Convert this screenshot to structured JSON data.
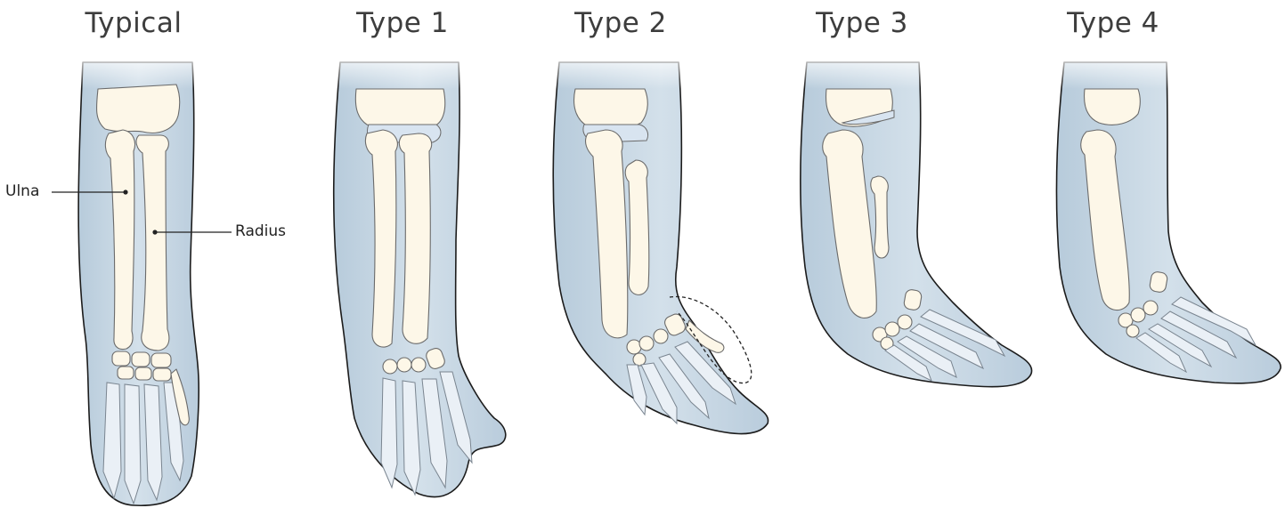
{
  "colors": {
    "skin_fill": "#c9d9e6",
    "skin_shadow": "#b3c8d9",
    "bone_fill": "#fdf7e8",
    "outline": "#1c1c1c",
    "title_text": "#3d3d3d"
  },
  "panels": [
    {
      "id": "typical",
      "title": "Typical"
    },
    {
      "id": "type1",
      "title": "Type 1"
    },
    {
      "id": "type2",
      "title": "Type 2"
    },
    {
      "id": "type3",
      "title": "Type 3"
    },
    {
      "id": "type4",
      "title": "Type 4"
    }
  ],
  "callouts": {
    "ulna": "Ulna",
    "radius": "Radius"
  }
}
